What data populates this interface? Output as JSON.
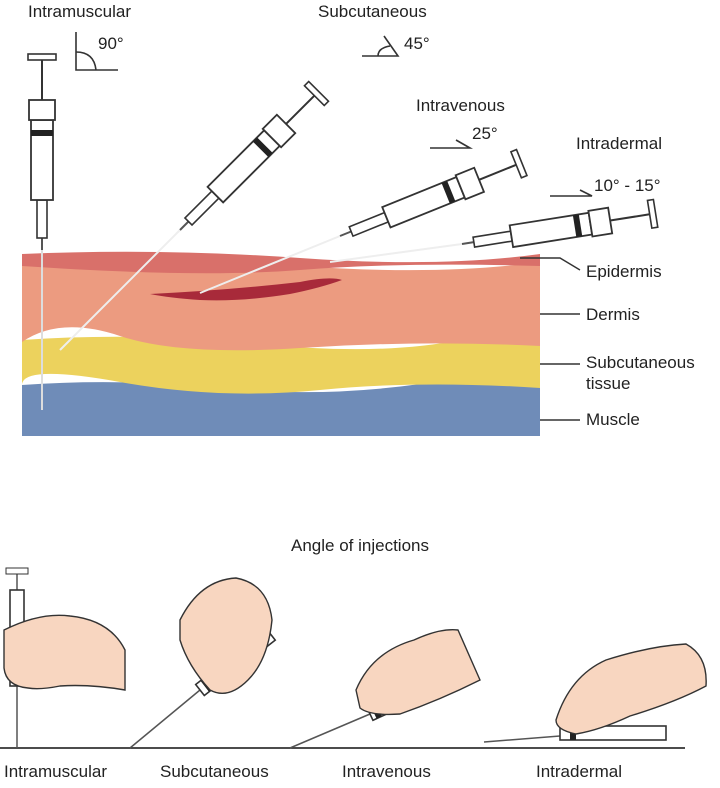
{
  "top": {
    "methods": [
      {
        "name": "Intramuscular",
        "angle": "90°"
      },
      {
        "name": "Subcutaneous",
        "angle": "45°"
      },
      {
        "name": "Intravenous",
        "angle": "25°"
      },
      {
        "name": "Intradermal",
        "angle": "10° - 15°"
      }
    ],
    "layers": [
      "Epidermis",
      "Dermis",
      "Subcutaneous",
      "tissue",
      "Muscle"
    ]
  },
  "title": "Angle of injections",
  "bottom_labels": [
    "Intramuscular",
    "Subcutaneous",
    "Intravenous",
    "Intradermal"
  ],
  "colors": {
    "epidermis": "#d9706a",
    "dermis": "#ec9b80",
    "subcutaneous": "#ecd25d",
    "muscle": "#6f8cb8",
    "vein": "#a82a3a",
    "skin_hand": "#f8d6c0"
  }
}
